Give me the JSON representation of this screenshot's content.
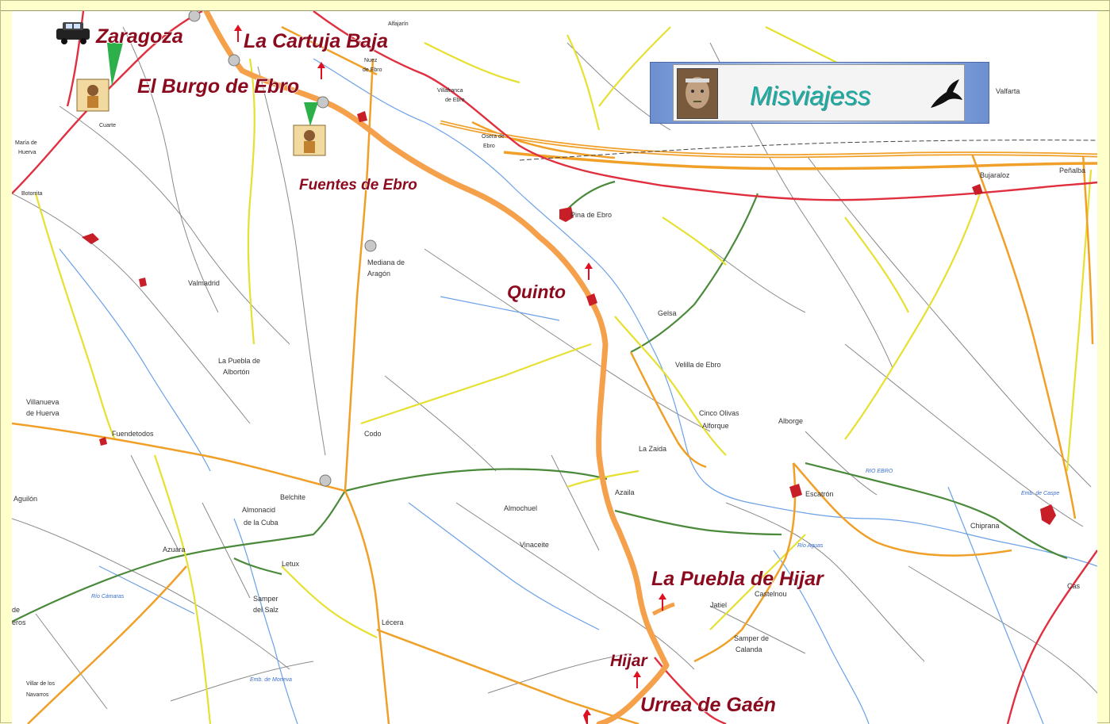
{
  "route_labels": {
    "zaragoza": "Zaragoza",
    "la_cartuja_baja": "La Cartuja Baja",
    "el_burgo_de_ebro": "El Burgo de Ebro",
    "fuentes_de_ebro": "Fuentes de Ebro",
    "quinto": "Quinto",
    "la_puebla_de_hijar": "La Puebla de Hijar",
    "hijar": "Hijar",
    "urrea_de_gaen": "Urrea de Gaén"
  },
  "banner": {
    "title": "Misviajess"
  },
  "map_labels": [
    {
      "key": "pina_de_ebro",
      "text": "Pina de Ebro"
    },
    {
      "key": "mediana_de",
      "text": "Mediana de"
    },
    {
      "key": "aragon",
      "text": "Aragón"
    },
    {
      "key": "gelsa",
      "text": "Gelsa"
    },
    {
      "key": "velilla_de_ebro",
      "text": "Velilla de Ebro"
    },
    {
      "key": "la_zaida",
      "text": "La Zaida"
    },
    {
      "key": "belchite",
      "text": "Belchite"
    },
    {
      "key": "almonacid",
      "text": "Almonacid"
    },
    {
      "key": "de_la_cuba",
      "text": "de la Cuba"
    },
    {
      "key": "azaila",
      "text": "Azaila"
    },
    {
      "key": "almochuel",
      "text": "Almochuel"
    },
    {
      "key": "vinaceite",
      "text": "Vinaceite"
    },
    {
      "key": "fuendetodos",
      "text": "Fuendetodos"
    },
    {
      "key": "villanueva",
      "text": "Villanueva"
    },
    {
      "key": "de_huerva",
      "text": "de Huerva"
    },
    {
      "key": "aguilon",
      "text": "Aguilón"
    },
    {
      "key": "azuara",
      "text": "Azuara"
    },
    {
      "key": "letux",
      "text": "Letux"
    },
    {
      "key": "samper",
      "text": "Samper"
    },
    {
      "key": "del_salz",
      "text": "del Salz"
    },
    {
      "key": "lecera",
      "text": "Lécera"
    },
    {
      "key": "jatiel",
      "text": "Jatiel"
    },
    {
      "key": "castelnou",
      "text": "Castelnou"
    },
    {
      "key": "samper_de",
      "text": "Samper de"
    },
    {
      "key": "calanda",
      "text": "Calanda"
    },
    {
      "key": "escatron",
      "text": "Escatrón"
    },
    {
      "key": "chiprana",
      "text": "Chiprana"
    },
    {
      "key": "caspe",
      "text": "Cas"
    },
    {
      "key": "bujaraloz",
      "text": "Bujaraloz"
    },
    {
      "key": "penalba",
      "text": "Peñalba"
    },
    {
      "key": "valfarta",
      "text": "Valfarta"
    },
    {
      "key": "valmadrid",
      "text": "Valmadrid"
    },
    {
      "key": "la_puebla_de",
      "text": "La Puebla de"
    },
    {
      "key": "alborton",
      "text": "Albortón"
    },
    {
      "key": "codo",
      "text": "Codo"
    },
    {
      "key": "alborge",
      "text": "Alborge"
    },
    {
      "key": "cinco_olivas",
      "text": "Cinco Olivas"
    },
    {
      "key": "alforque",
      "text": "Alforque"
    },
    {
      "key": "maria_de",
      "text": "María de"
    },
    {
      "key": "huerva",
      "text": "Huerva"
    },
    {
      "key": "botorrita",
      "text": "Botorrita"
    },
    {
      "key": "cuarte",
      "text": "Cuarte"
    },
    {
      "key": "villafranca",
      "text": "Villafranca"
    },
    {
      "key": "de_ebro",
      "text": "de Ebro"
    },
    {
      "key": "osera_de",
      "text": "Osera de"
    },
    {
      "key": "ebro",
      "text": "Ebro"
    },
    {
      "key": "nuez",
      "text": "Nuez"
    },
    {
      "key": "de_ebro2",
      "text": "de Ebro"
    },
    {
      "key": "villar_de_los",
      "text": "Villar de los"
    },
    {
      "key": "navarros",
      "text": "Navarros"
    },
    {
      "key": "alfajarin",
      "text": "Alfajarín"
    },
    {
      "key": "de",
      "text": "de"
    },
    {
      "key": "eros",
      "text": "eros"
    }
  ],
  "water_labels": [
    {
      "key": "rio_ebro",
      "text": "RIO EBRO"
    },
    {
      "key": "emb_caspe",
      "text": "Emb. de Caspe"
    },
    {
      "key": "rio_aguas",
      "text": "Río Aguas"
    },
    {
      "key": "rio_cameros",
      "text": "Río Cámaras"
    },
    {
      "key": "emb_almochuel",
      "text": "Emb. de Moneva"
    }
  ],
  "colors": {
    "route": "#f5a04a",
    "highway": "#f0a028",
    "national": "#e03040",
    "regional": "#e6e030",
    "local": "#4a8a3a",
    "minor": "#777777",
    "river": "#6aa0e8",
    "label": "#8b0a1e",
    "banner_title": "#1da8a0"
  }
}
